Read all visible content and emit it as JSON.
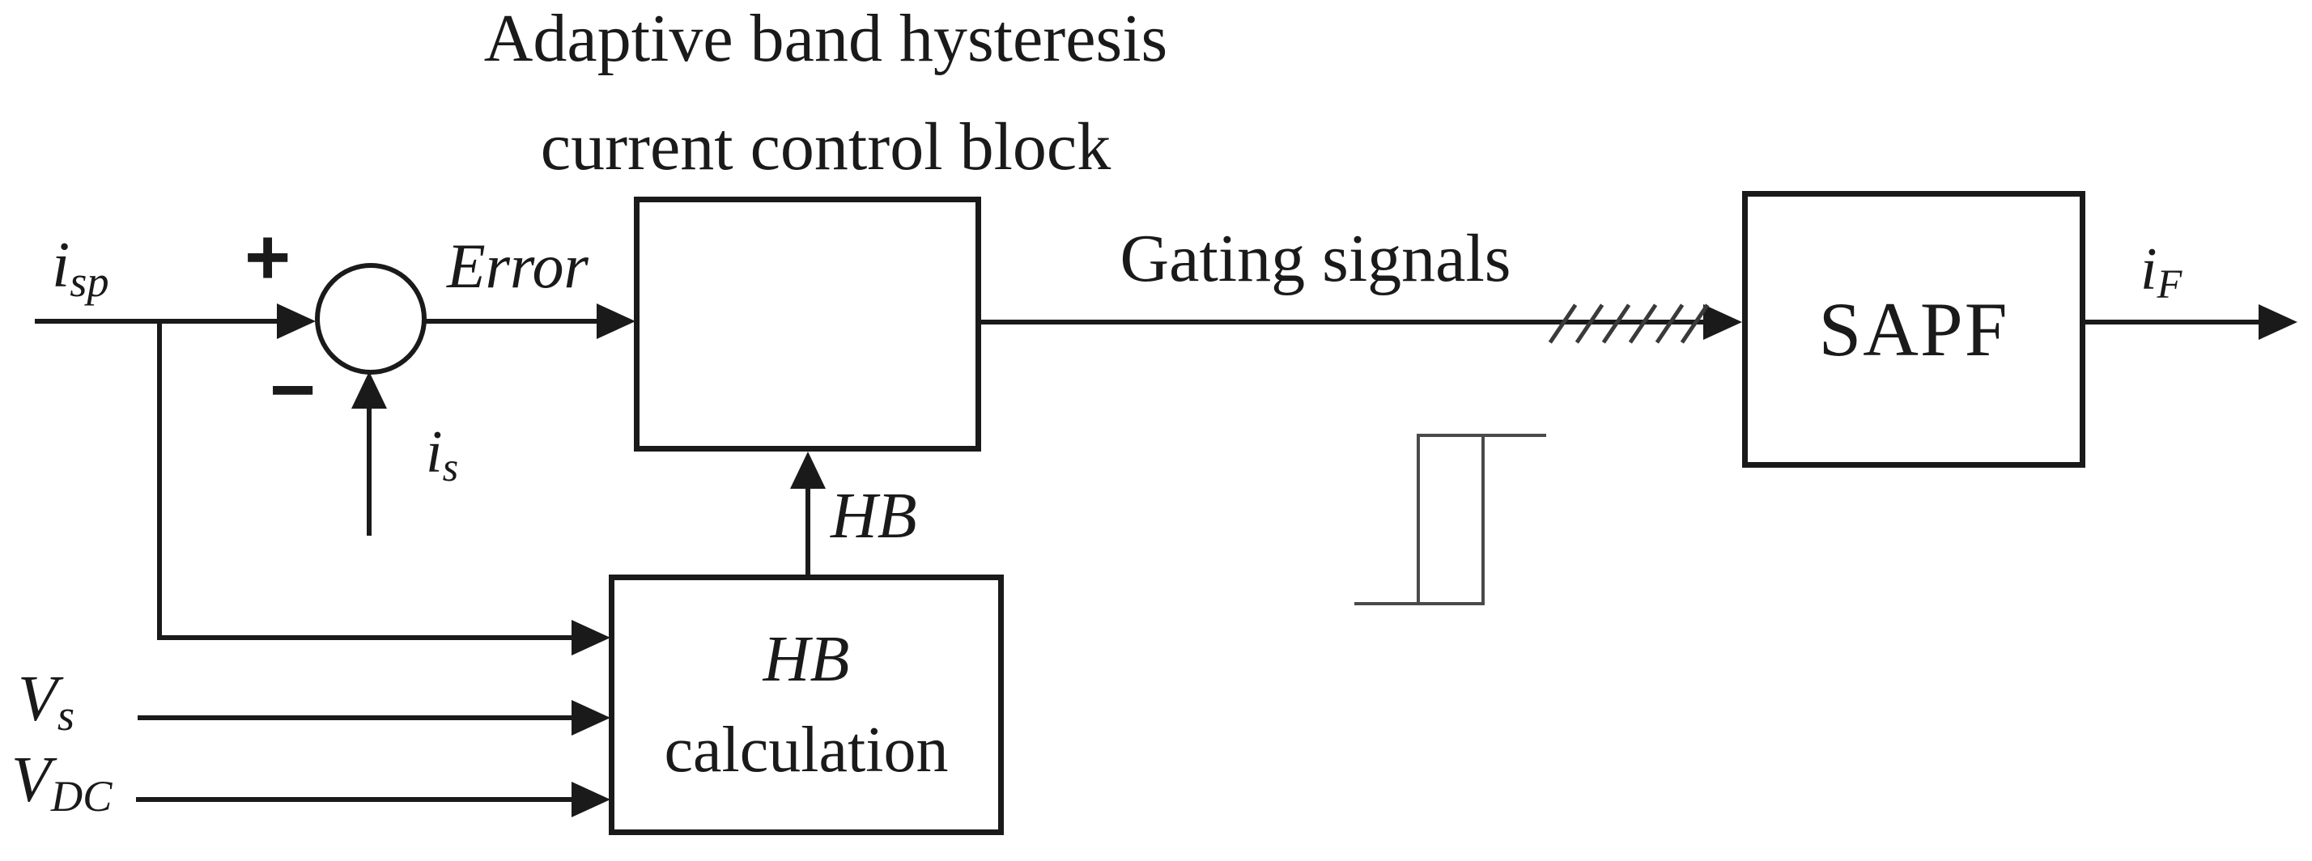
{
  "title": {
    "line1": "Adaptive band hysteresis",
    "line2": "current control block"
  },
  "summing_junction": {
    "plus": "+",
    "minus": "−"
  },
  "signals": {
    "isp": {
      "base": "i",
      "sub": "sp"
    },
    "is": {
      "base": "i",
      "sub": "s"
    },
    "error": "Error",
    "hb": "HB",
    "vs": {
      "base": "V",
      "sub": "s"
    },
    "vdc": {
      "base": "V",
      "sub": "DC"
    },
    "gating": "Gating signals",
    "if": {
      "base": "i",
      "sub": "F"
    }
  },
  "blocks": {
    "hysteresis": {
      "icon": "hysteresis-relay-curve-icon"
    },
    "hb_calculation": {
      "line1": "HB",
      "line2": "calculation"
    },
    "sapf": {
      "label": "SAPF"
    }
  },
  "colors": {
    "stroke": "#1a1a1a",
    "glyph": "#4a4a4a",
    "background": "#ffffff"
  }
}
